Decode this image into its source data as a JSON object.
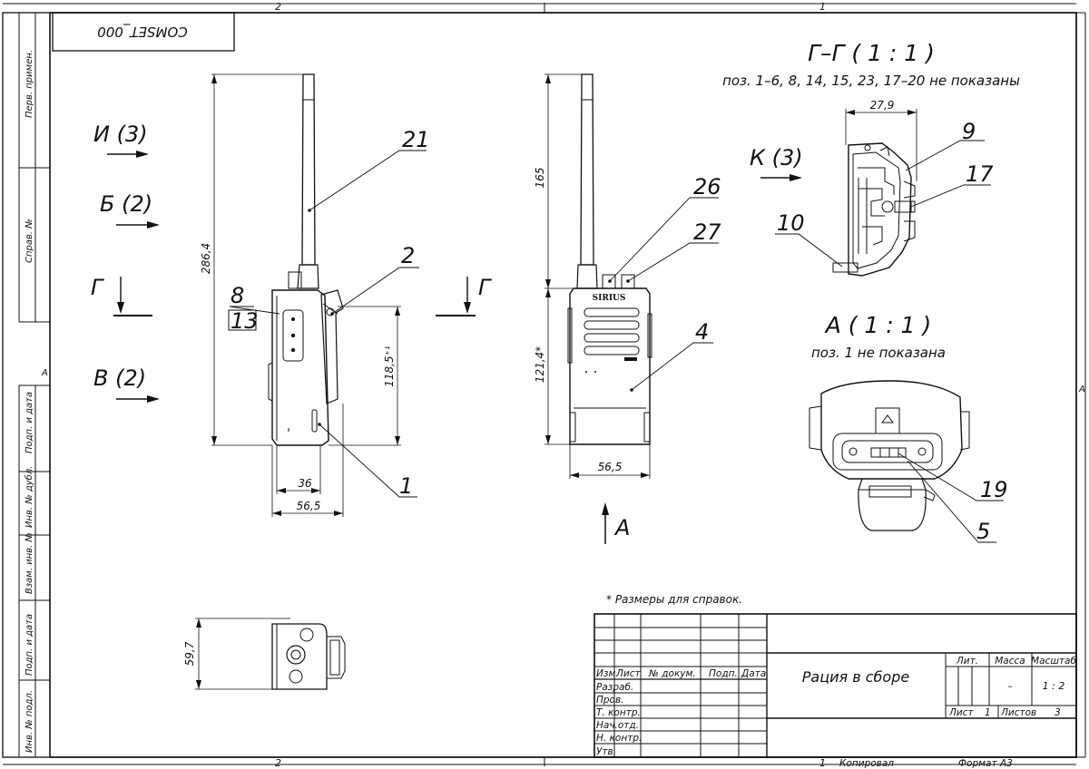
{
  "drawing": {
    "doc_code": "COMSET_000",
    "zone_numbers": {
      "top_left": "2",
      "top_right": "1",
      "bottom_left": "2",
      "bottom_right": "1",
      "side_left": "A",
      "side_right": "A"
    },
    "left_strip": [
      "Перв. примен.",
      "Справ. №",
      "Подп. и дата",
      "Инв. № дубл.",
      "Взам. инв. №",
      "Подп. и дата",
      "Инв. № подл."
    ],
    "views": {
      "i3": "И (3)",
      "b2": "Б (2)",
      "g_left": "Г",
      "g_right": "Г",
      "v2": "В (2)",
      "a_arrow": "А",
      "k3": "К (3)"
    },
    "section_gg": {
      "title": "Г–Г ( 1 : 1 )",
      "note": "поз. 1–6, 8, 14, 15, 23, 17–20 не показаны",
      "dim": "27,9"
    },
    "section_a": {
      "title": "А ( 1 : 1 )",
      "note": "поз. 1 не показана"
    },
    "positions": [
      "21",
      "2",
      "8",
      "13",
      "1",
      "26",
      "27",
      "4",
      "9",
      "17",
      "10",
      "19",
      "5"
    ],
    "dimensions": {
      "side_height": "286,4",
      "side_body": "118,5⁺¹",
      "side_w36": "36",
      "side_w565": "56,5",
      "front_165": "165",
      "front_1214": "121,4*",
      "front_w565": "56,5",
      "top_597": "59,7"
    },
    "brand": "SIRIUS",
    "footnote": "* Размеры для справок."
  },
  "title_block": {
    "labels": {
      "izm": "Изм.",
      "list": "Лист",
      "ndoc": "№ докум.",
      "podp": "Подп.",
      "data": "Дата"
    },
    "roles": [
      "Разраб.",
      "Пров.",
      "Т. контр.",
      "Нач.отд.",
      "Н. контр.",
      "Утв."
    ],
    "name": "Рация в сборе",
    "lit": "Лит.",
    "massa_label": "Масса",
    "masshtab_label": "Масштаб",
    "massa": "–",
    "scale": "1 : 2",
    "sheet_label": "Лист",
    "sheet": "1",
    "sheets_label": "Листов",
    "sheets": "3",
    "kopiroval": "Копировал",
    "format": "Формат А3"
  }
}
